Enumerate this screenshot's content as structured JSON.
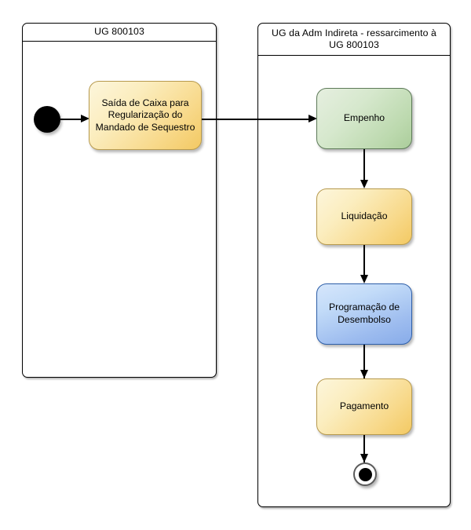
{
  "diagram": {
    "type": "uml-activity-diagram",
    "partitions": [
      {
        "id": "left",
        "title": "UG 800103"
      },
      {
        "id": "right",
        "title": "UG da Adm Indireta  - ressarcimento à UG 800103"
      }
    ],
    "nodes": [
      {
        "id": "start",
        "kind": "initial-node",
        "label": "",
        "partition": "left"
      },
      {
        "id": "saida",
        "kind": "action",
        "label": "Saída de Caixa para Regularização do Mandado de Sequestro",
        "color": "#f3c963",
        "partition": "left"
      },
      {
        "id": "empenho",
        "kind": "action",
        "label": "Empenho",
        "color": "#abcd9b",
        "partition": "right"
      },
      {
        "id": "liquidacao",
        "kind": "action",
        "label": "Liquidação",
        "color": "#f3c963",
        "partition": "right"
      },
      {
        "id": "programacao",
        "kind": "action",
        "label": "Programação de Desembolso",
        "color": "#88ace9",
        "partition": "right"
      },
      {
        "id": "pagamento",
        "kind": "action",
        "label": "Pagamento",
        "color": "#f3c963",
        "partition": "right"
      },
      {
        "id": "end",
        "kind": "final-node",
        "label": "",
        "partition": "right"
      }
    ],
    "edges": [
      {
        "from": "start",
        "to": "saida",
        "label": "",
        "direction": "right"
      },
      {
        "from": "saida",
        "to": "empenho",
        "label": "",
        "direction": "right"
      },
      {
        "from": "empenho",
        "to": "liquidacao",
        "label": "",
        "direction": "down"
      },
      {
        "from": "liquidacao",
        "to": "programacao",
        "label": "",
        "direction": "down"
      },
      {
        "from": "programacao",
        "to": "pagamento",
        "label": "",
        "direction": "down"
      },
      {
        "from": "pagamento",
        "to": "end",
        "label": "",
        "direction": "down"
      }
    ]
  }
}
